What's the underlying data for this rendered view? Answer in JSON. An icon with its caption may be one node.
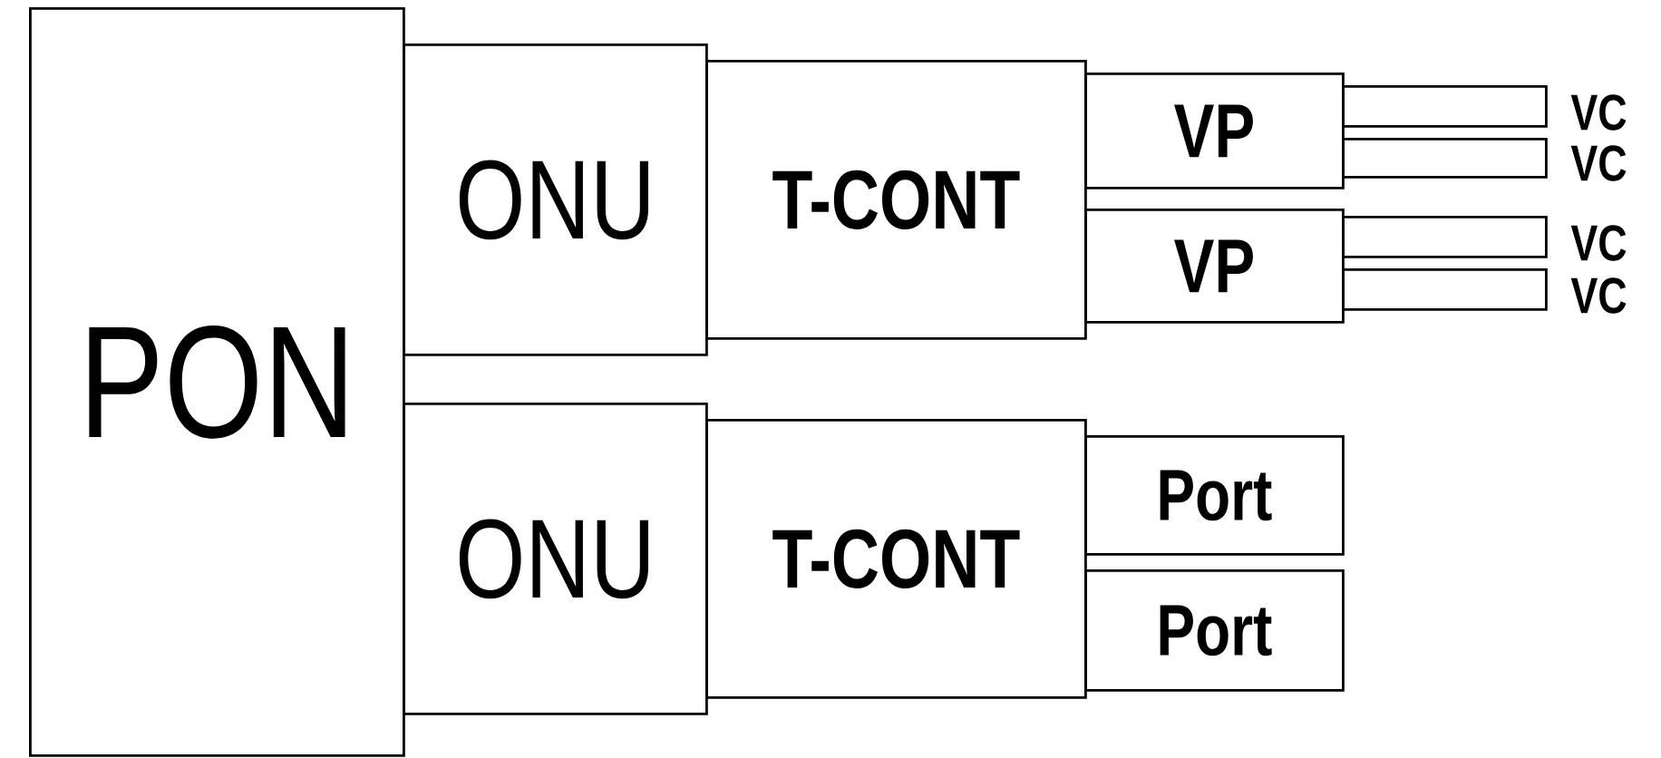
{
  "diagram": {
    "nodes": [
      {
        "text": [
          "PON"
        ]
      },
      {
        "text": [
          "ONU"
        ]
      },
      {
        "text": [
          "T-CONT"
        ]
      },
      {
        "text": [
          "VP"
        ]
      },
      {
        "text": [],
        "shape": "box",
        "beside": [
          "VC"
        ]
      },
      {
        "text": [],
        "shape": "box",
        "beside": [
          "VC"
        ]
      },
      {
        "text": [
          "VP"
        ]
      },
      {
        "text": [],
        "shape": "box",
        "beside": [
          "VC"
        ]
      },
      {
        "text": [],
        "shape": "box",
        "beside": [
          "VC"
        ]
      },
      {
        "text": [
          "ONU"
        ]
      },
      {
        "text": [
          "T-CONT"
        ]
      },
      {
        "text": [
          "Port"
        ]
      },
      {
        "text": [
          "Port"
        ]
      }
    ]
  }
}
